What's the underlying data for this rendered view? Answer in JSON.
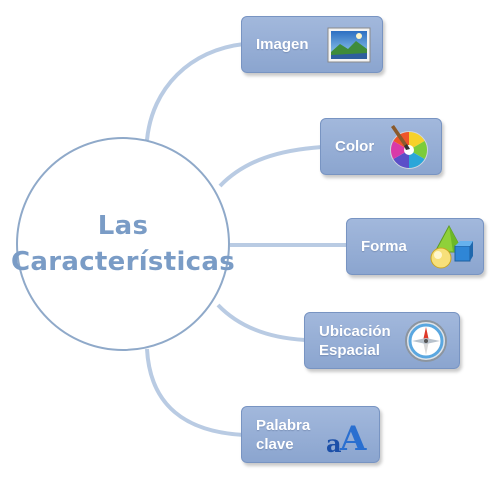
{
  "hub": {
    "line1": "Las",
    "line2": "Características"
  },
  "nodes": [
    {
      "label": "Imagen",
      "icon": "landscape-picture-icon"
    },
    {
      "label": "Color",
      "icon": "color-wheel-brush-icon"
    },
    {
      "label": "Forma",
      "icon": "3d-shapes-icon"
    },
    {
      "label_line1": "Ubicación",
      "label_line2": "Espacial",
      "icon": "compass-icon"
    },
    {
      "label_line1": "Palabra",
      "label_line2": "clave",
      "icon": "letters-aa-icon"
    }
  ],
  "colors": {
    "connector": "#b9cbe3",
    "hub_border": "#8fa9c9",
    "hub_text": "#7a9cc6",
    "node_fill": "#95add6",
    "node_text": "#ffffff"
  }
}
